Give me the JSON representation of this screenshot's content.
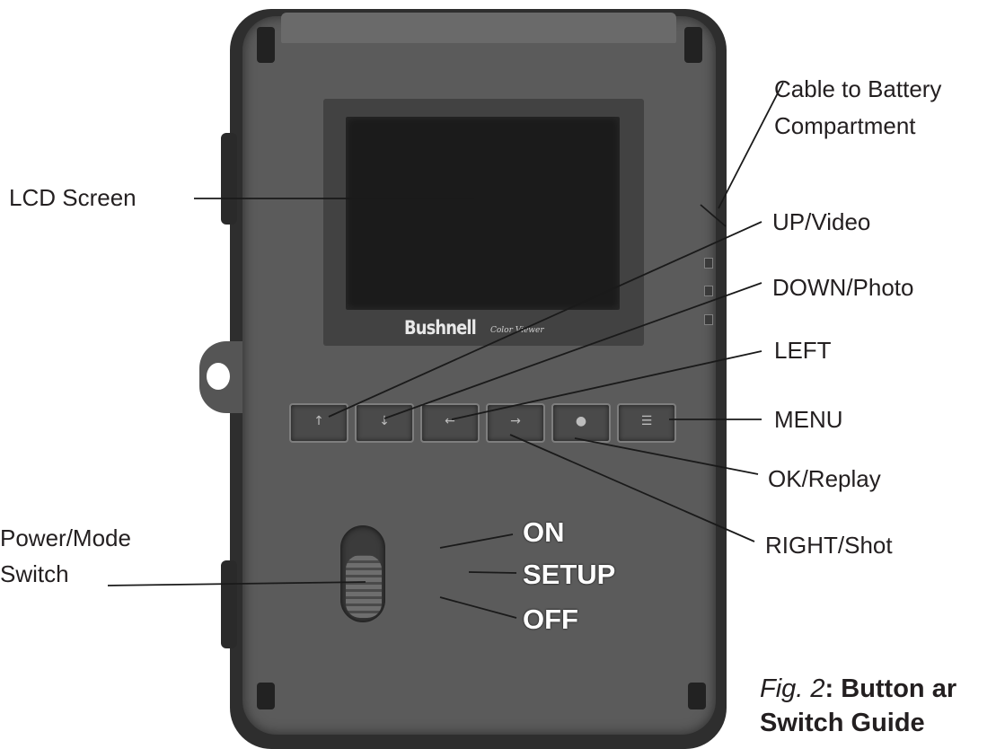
{
  "callouts": {
    "lcd_screen": "LCD Screen",
    "cable_line1": "Cable to Battery",
    "cable_line2": "Compartment",
    "up_video": "UP/Video",
    "down_photo": "DOWN/Photo",
    "left": "LEFT",
    "menu": "MENU",
    "ok_replay": "OK/Replay",
    "right_shot": "RIGHT/Shot",
    "power_line1": "Power/Mode",
    "power_line2": "Switch"
  },
  "switch_positions": [
    "ON",
    "SETUP",
    "OFF"
  ],
  "camera": {
    "brand": "Bushnell",
    "brand_sub": "Color Viewer"
  },
  "caption": {
    "fig": "Fig. 2",
    "line1_rest": ": Button ar",
    "line2": "Switch Guide"
  },
  "colors": {
    "housing_outer": "#2e2e2e",
    "housing_face": "#5b5b5b",
    "screen": "#1b1b1b",
    "callout_text": "#231f20",
    "mode_text": "#ffffff"
  }
}
